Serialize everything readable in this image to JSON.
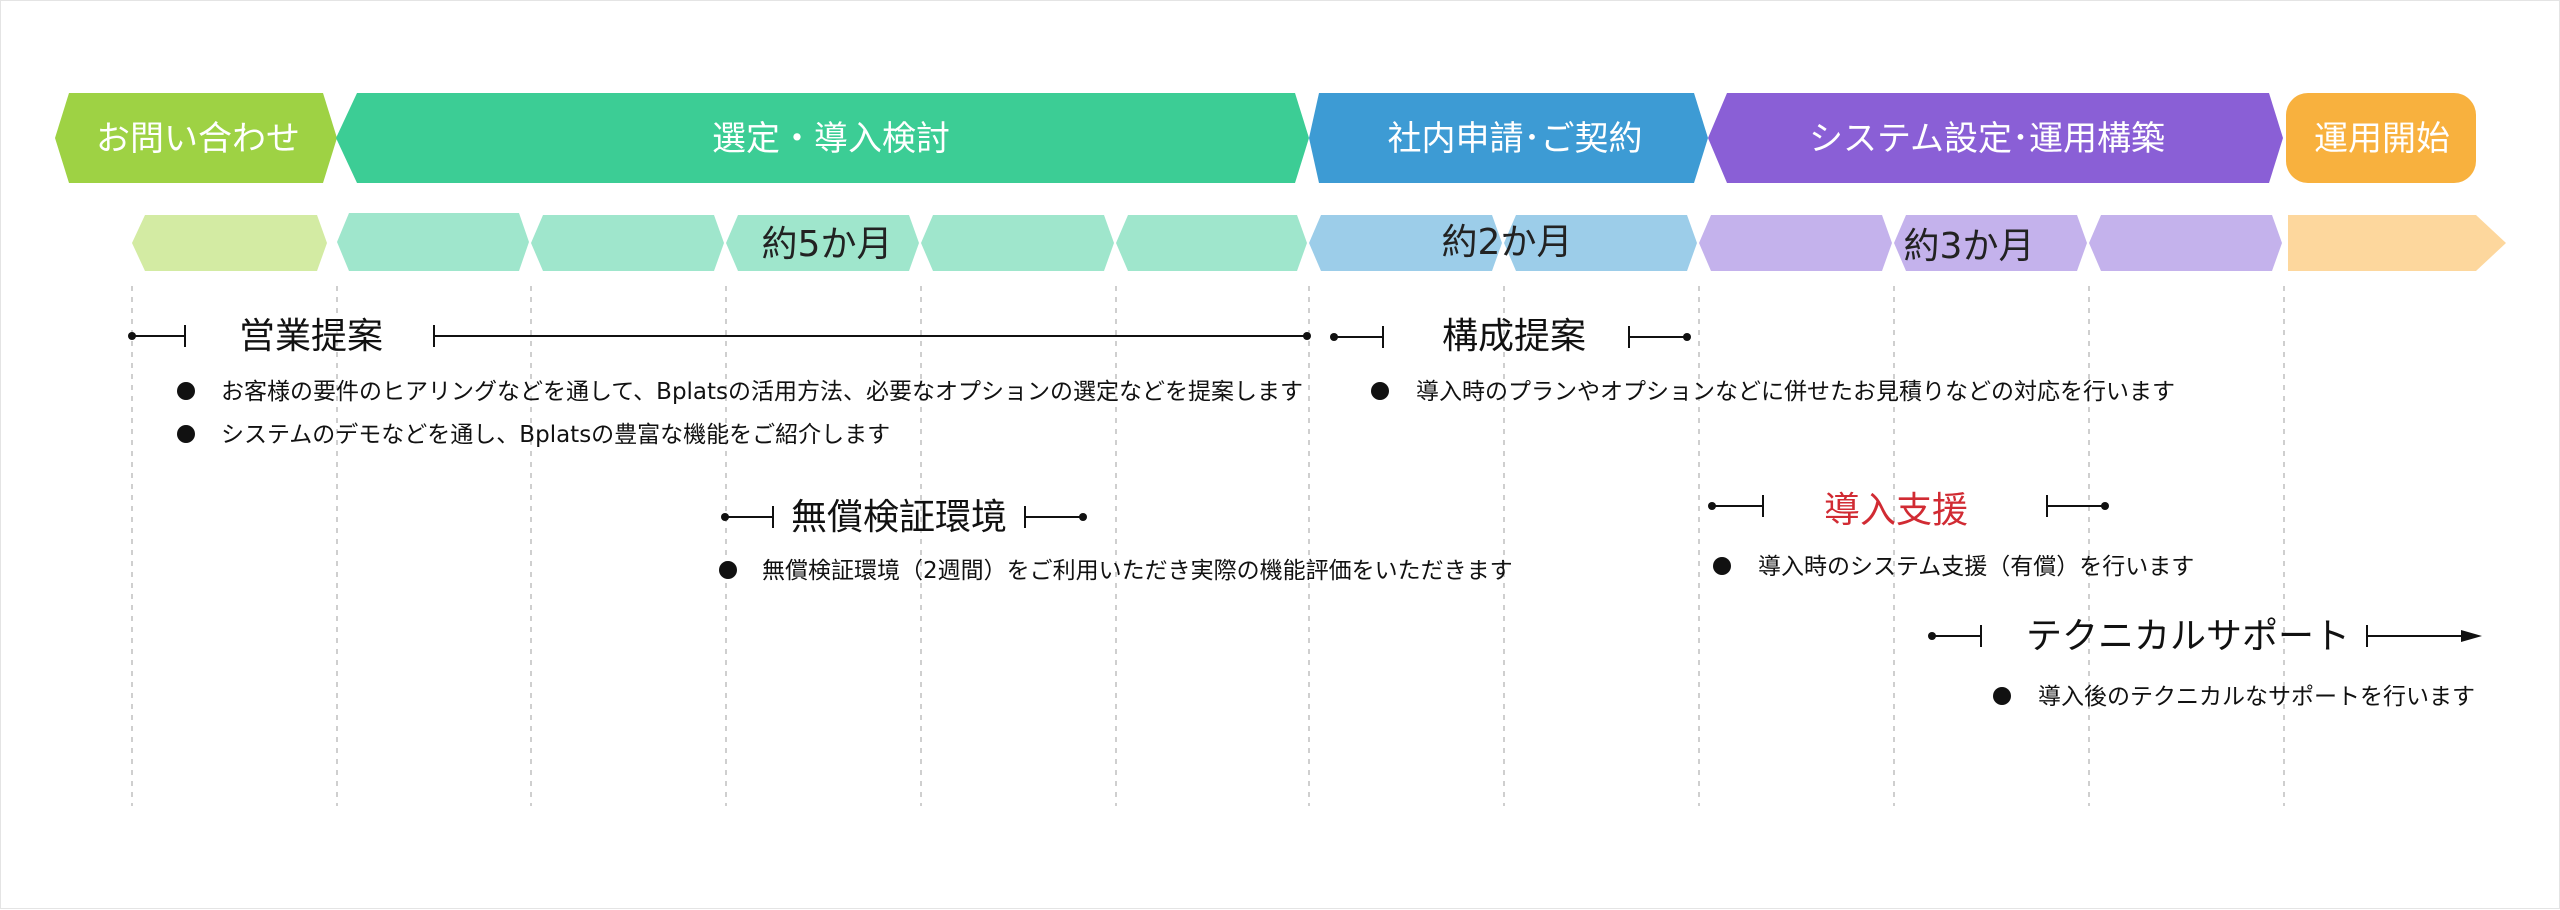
{
  "phases": [
    {
      "label": "お問い合わせ",
      "color": "#9ed244"
    },
    {
      "label": "選定・導入検討",
      "color": "#3ccd95"
    },
    {
      "label": "社内申請･ご契約",
      "color": "#3d9bd4"
    },
    {
      "label": "システム設定･運用構築",
      "color": "#8a5fd6"
    },
    {
      "label": "運用開始",
      "color": "#f8b13e"
    }
  ],
  "timeline_colors": {
    "inquiry": "#d3eba3",
    "selection": "#9fe6cc",
    "contract": "#9ccde9",
    "setup": "#c4b2ec",
    "start": "#fdd79d"
  },
  "durations": [
    "約5か月",
    "約2か月",
    "約3か月"
  ],
  "sections": [
    {
      "title": "営業提案",
      "bullets": [
        "お客様の要件のヒアリングなどを通して、Bplatsの活用方法、必要なオプションの選定などを提案します",
        "システムのデモなどを通し、Bplatsの豊富な機能をご紹介します"
      ]
    },
    {
      "title": "構成提案",
      "bullets": [
        "導入時のプランやオプションなどに併せたお見積りなどの対応を行います"
      ]
    },
    {
      "title": "無償検証環境",
      "bullets": [
        "無償検証環境（2週間）をご利用いただき実際の機能評価をいただきます"
      ]
    },
    {
      "title": "導入支援",
      "title_color": "#d12b33",
      "bullets": [
        "導入時のシステム支援（有償）を行います"
      ]
    },
    {
      "title": "テクニカルサポート",
      "bullets": [
        "導入後のテクニカルなサポートを行います"
      ]
    }
  ]
}
